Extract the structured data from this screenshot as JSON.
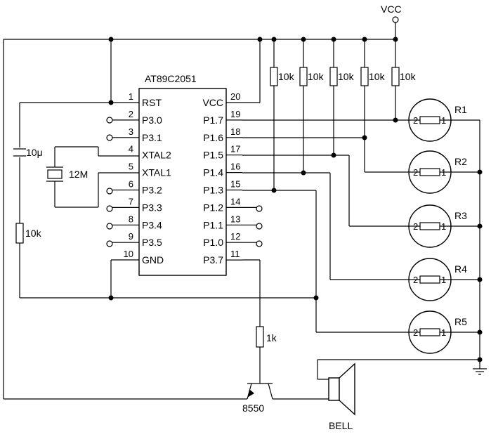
{
  "chip": {
    "name": "AT89C2051",
    "left_pins": [
      {
        "num": "1",
        "label": "RST"
      },
      {
        "num": "2",
        "label": "P3.0"
      },
      {
        "num": "3",
        "label": "P3.1"
      },
      {
        "num": "4",
        "label": "XTAL2"
      },
      {
        "num": "5",
        "label": "XTAL1"
      },
      {
        "num": "6",
        "label": "P3.2"
      },
      {
        "num": "7",
        "label": "P3.3"
      },
      {
        "num": "8",
        "label": "P3.4"
      },
      {
        "num": "9",
        "label": "P3.5"
      },
      {
        "num": "10",
        "label": "GND"
      }
    ],
    "right_pins": [
      {
        "num": "20",
        "label": "VCC"
      },
      {
        "num": "19",
        "label": "P1.7"
      },
      {
        "num": "18",
        "label": "P1.6"
      },
      {
        "num": "17",
        "label": "P1.5"
      },
      {
        "num": "16",
        "label": "P1.4"
      },
      {
        "num": "15",
        "label": "P1.3"
      },
      {
        "num": "14",
        "label": "P1.2"
      },
      {
        "num": "13",
        "label": "P1.1"
      },
      {
        "num": "12",
        "label": "P1.0"
      },
      {
        "num": "11",
        "label": "P3.7"
      }
    ]
  },
  "power": {
    "vcc": "VCC"
  },
  "pullups": [
    "10k",
    "10k",
    "10k",
    "10k",
    "10k"
  ],
  "sensors": {
    "names": [
      "R1",
      "R2",
      "R3",
      "R4",
      "R5"
    ],
    "pin_a": "2",
    "pin_b": "1"
  },
  "parts": {
    "cap": "10μ",
    "crystal": "12M",
    "reset_res": "10k",
    "base_res": "1k",
    "transistor": "8550",
    "bell": "BELL"
  }
}
